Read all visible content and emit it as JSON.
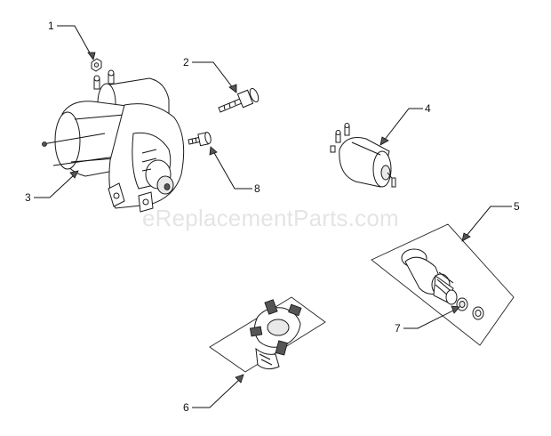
{
  "watermark": "eReplacementParts.com",
  "callouts": [
    {
      "id": "1",
      "label": "1"
    },
    {
      "id": "2",
      "label": "2"
    },
    {
      "id": "3",
      "label": "3"
    },
    {
      "id": "4",
      "label": "4"
    },
    {
      "id": "5",
      "label": "5"
    },
    {
      "id": "6",
      "label": "6"
    },
    {
      "id": "7",
      "label": "7"
    },
    {
      "id": "8",
      "label": "8"
    }
  ]
}
